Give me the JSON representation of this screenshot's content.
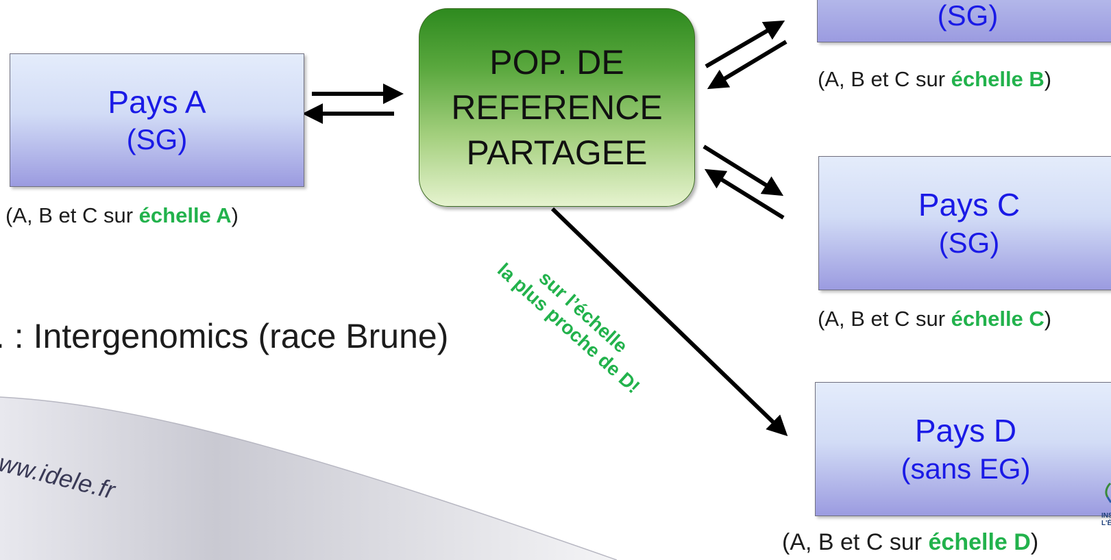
{
  "reference_population": {
    "lines": [
      "POP. DE",
      "REFERENCE",
      "PARTAGEE"
    ]
  },
  "countries": {
    "a": {
      "name": "Pays A",
      "status": "(SG)",
      "caption_prefix": "(A, B et C sur ",
      "caption_scale": "échelle A",
      "caption_suffix": ")"
    },
    "b": {
      "status": "(SG)",
      "caption_prefix": "(A, B et C sur ",
      "caption_scale": "échelle B",
      "caption_suffix": ")"
    },
    "c": {
      "name": "Pays C",
      "status": "(SG)",
      "caption_prefix": "(A, B et C sur ",
      "caption_scale": "échelle C",
      "caption_suffix": ")"
    },
    "d": {
      "name": "Pays D",
      "status": "(sans EG)",
      "caption_prefix": "(A, B et C sur ",
      "caption_scale": "échelle D",
      "caption_suffix": ")"
    }
  },
  "diagonal_label": {
    "line1": "sur l’échelle",
    "line2": "la plus proche de D!"
  },
  "example_text": "x. : Intergenomics (race Brune)",
  "watermark": "ww.idele.fr",
  "logo_text": [
    "INST",
    "L'ÉL"
  ],
  "colors": {
    "country_text": "#1a1ae6",
    "scale_highlight": "#22b24c",
    "reference_green": "#4e9a36"
  }
}
